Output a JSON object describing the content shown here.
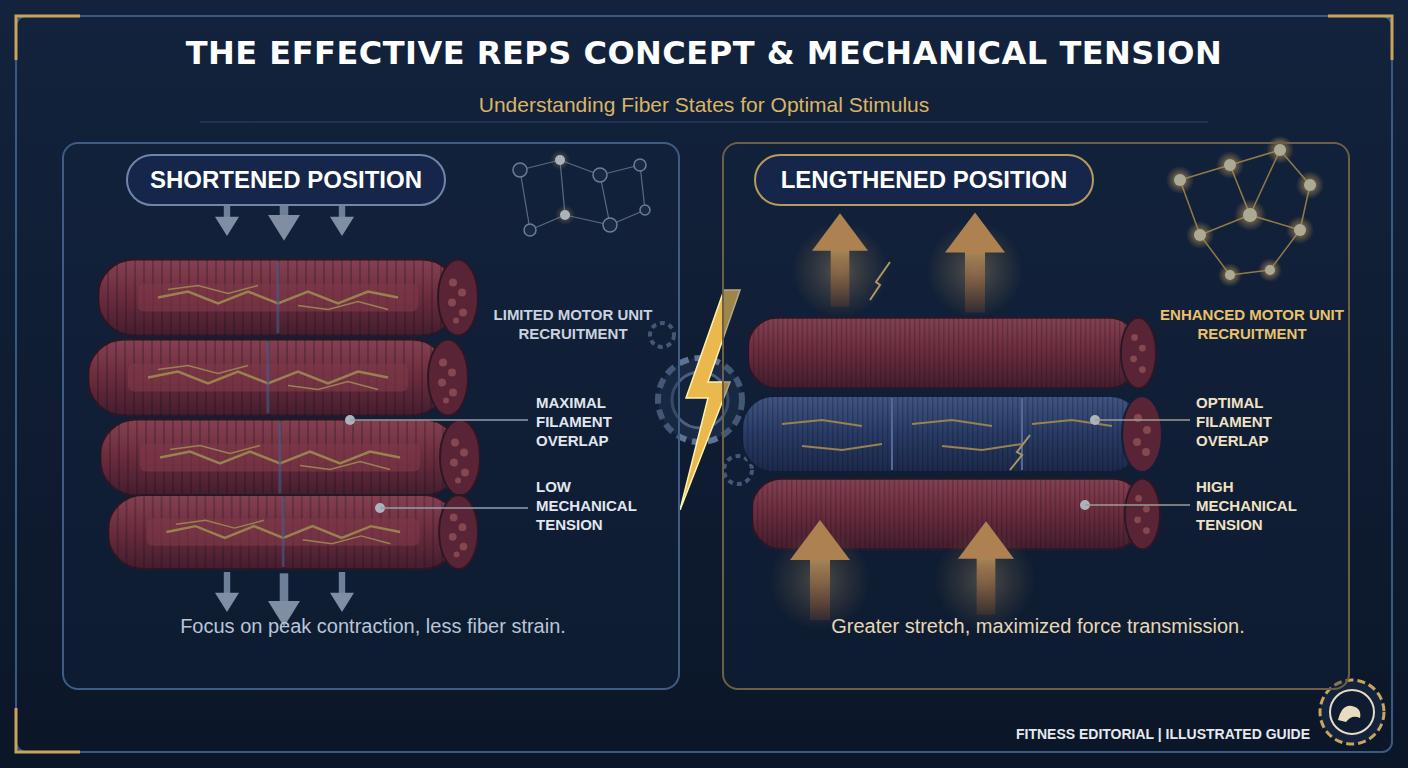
{
  "diagram": {
    "title": "THE EFFECTIVE REPS CONCEPT & MECHANICAL TENSION",
    "nodes": [
      {
        "text": [
          "SHORTENED POSITION",
          "Focus on peak contraction, less fiber strain."
        ]
      },
      {
        "text": [
          "LENGTHENED POSITION",
          "Greater stretch, maximized force transmission."
        ]
      }
    ],
    "labels": [
      "Understanding Fiber States for Optimal Stimulus",
      "LIMITED MOTOR UNIT RECRUITMENT",
      "MAXIMAL FILAMENT OVERLAP",
      "LOW MECHANICAL TENSION",
      "ENHANCED MOTOR UNIT RECRUITMENT",
      "OPTIMAL FILAMENT OVERLAP",
      "HIGH MECHANICAL TENSION",
      "FITNESS EDITORIAL | ILLUSTRATED GUIDE"
    ]
  }
}
